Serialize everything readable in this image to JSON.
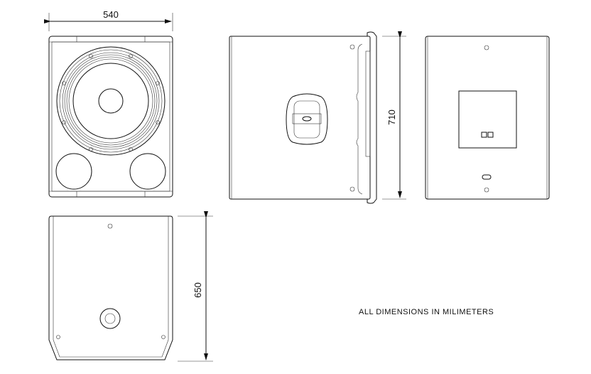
{
  "dimensions": {
    "width": "540",
    "height": "710",
    "depth": "650"
  },
  "note": "ALL DIMENSIONS IN MILIMETERS"
}
